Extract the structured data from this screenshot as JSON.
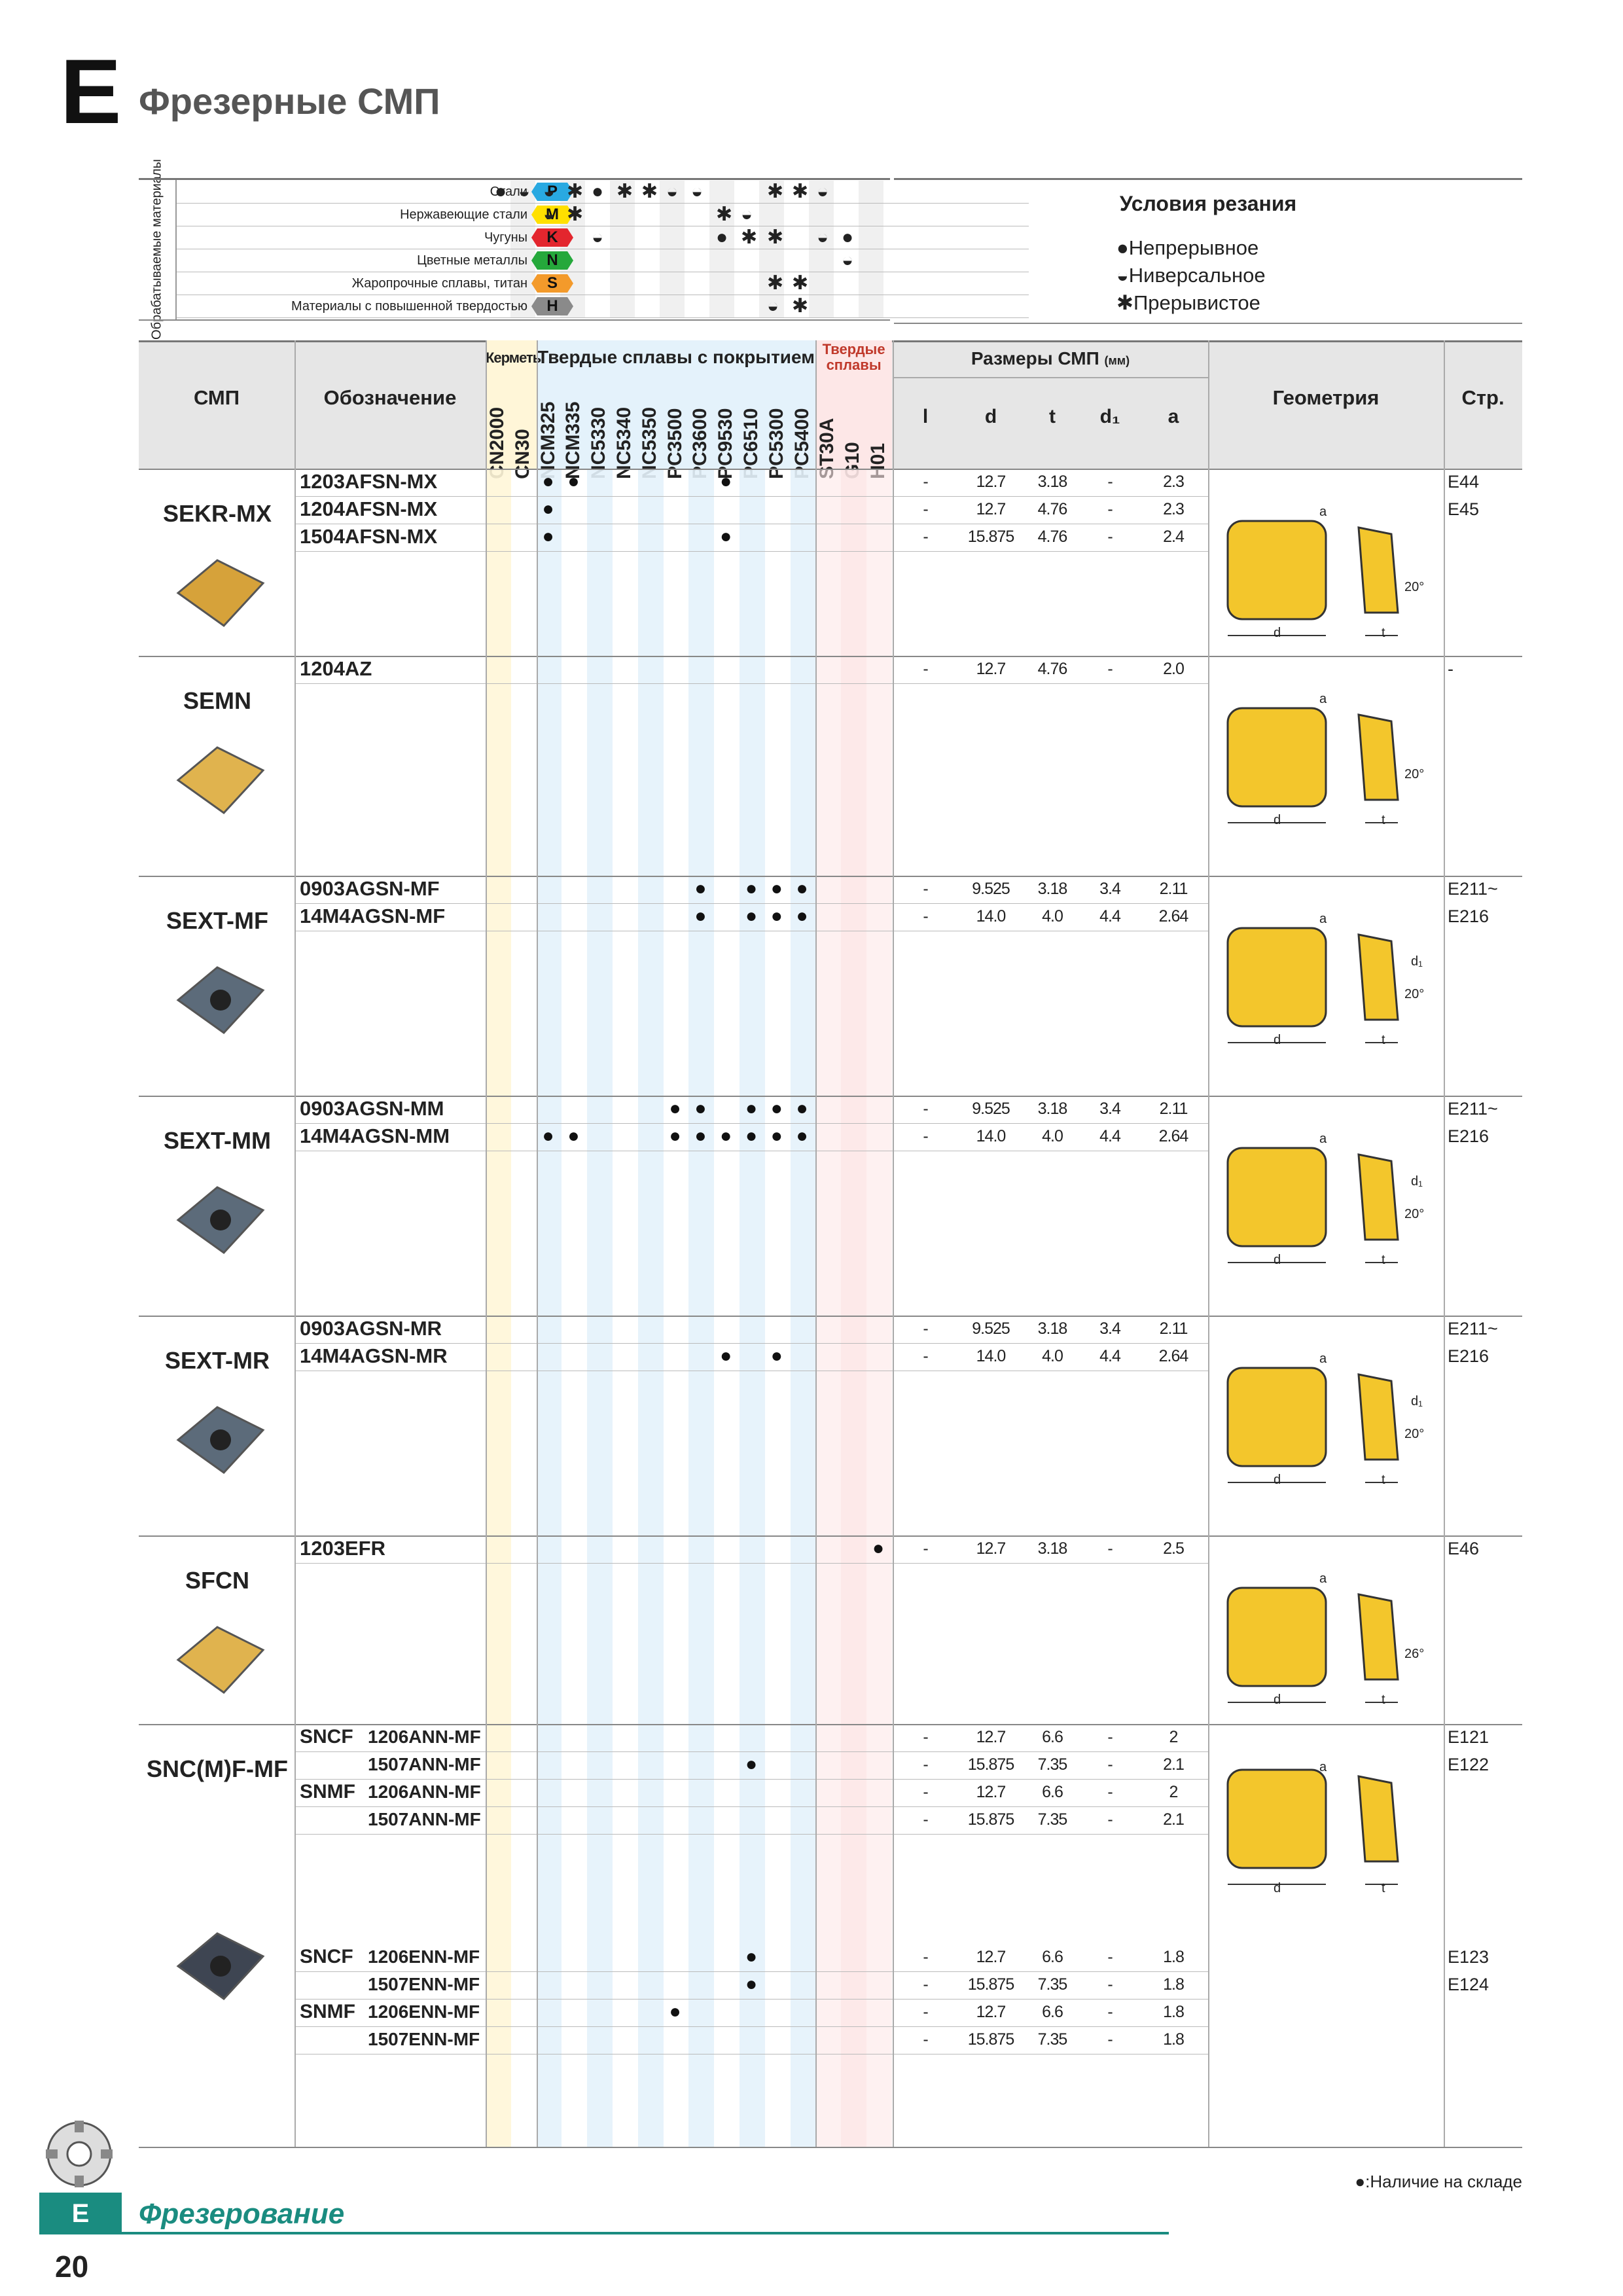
{
  "header": {
    "letter": "E",
    "title": "Фрезерные СМП"
  },
  "materials": {
    "group_label": "Обрабатываемые материалы",
    "rows": [
      {
        "label": "Стали",
        "code": "P",
        "color": "#29a9e1"
      },
      {
        "label": "Нержавеющие стали",
        "code": "M",
        "color": "#ffe000"
      },
      {
        "label": "Чугуны",
        "code": "K",
        "color": "#e3262e"
      },
      {
        "label": "Цветные металлы",
        "code": "N",
        "color": "#25a83b"
      },
      {
        "label": "Жаропрочные сплавы, титан",
        "code": "S",
        "color": "#f39a2b"
      },
      {
        "label": "Материалы с повышенной твердостью",
        "code": "H",
        "color": "#8a8a8a"
      }
    ]
  },
  "cutting_conditions": {
    "title": "Условия резания",
    "items": [
      {
        "symbol": "●",
        "label": "Непрерывное"
      },
      {
        "symbol": "◒",
        "label": "Ниверсальное"
      },
      {
        "symbol": "✱",
        "label": "Прерывистое"
      }
    ]
  },
  "table": {
    "col_insert": "СМП",
    "col_designation": "Обозначение",
    "group_cermets": "Керметы",
    "group_coated": "Твердые сплавы с покрытием",
    "group_carbide": "Твердые сплавы",
    "group_dims": "Размеры СМП",
    "dims_unit": "(мм)",
    "col_geometry": "Геометрия",
    "col_page": "Стр.",
    "grades": [
      "CN2000",
      "CN30",
      "NCM325",
      "NCM335",
      "NC5330",
      "NC5340",
      "NC5350",
      "PC3500",
      "PC3600",
      "PC9530",
      "PC6510",
      "PC5300",
      "PC5400",
      "ST30A",
      "G10",
      "H01"
    ],
    "dims_cols": [
      "l",
      "d",
      "t",
      "d₁",
      "a"
    ]
  },
  "families": [
    {
      "name": "SEKR-MX",
      "rows": [
        {
          "pre": "",
          "d": "1203AFSN-MX",
          "dots": [
            2,
            3,
            9
          ],
          "v": [
            "-",
            "12.7",
            "3.18",
            "-",
            "2.3"
          ],
          "pg": "E44"
        },
        {
          "pre": "",
          "d": "1204AFSN-MX",
          "dots": [
            2
          ],
          "v": [
            "-",
            "12.7",
            "4.76",
            "-",
            "2.3"
          ],
          "pg": "E45"
        },
        {
          "pre": "",
          "d": "1504AFSN-MX",
          "dots": [
            2,
            9
          ],
          "v": [
            "-",
            "15.875",
            "4.76",
            "-",
            "2.4"
          ],
          "pg": ""
        }
      ]
    },
    {
      "name": "SEMN",
      "rows": [
        {
          "pre": "",
          "d": "1204AZ",
          "dots": [],
          "v": [
            "-",
            "12.7",
            "4.76",
            "-",
            "2.0"
          ],
          "pg": "-"
        }
      ]
    },
    {
      "name": "SEXT-MF",
      "rows": [
        {
          "pre": "",
          "d": "0903AGSN-MF",
          "dots": [
            8,
            10,
            11,
            12
          ],
          "v": [
            "-",
            "9.525",
            "3.18",
            "3.4",
            "2.11"
          ],
          "pg": "E211~"
        },
        {
          "pre": "",
          "d": "14M4AGSN-MF",
          "dots": [
            8,
            10,
            11,
            12
          ],
          "v": [
            "-",
            "14.0",
            "4.0",
            "4.4",
            "2.64"
          ],
          "pg": "E216"
        }
      ]
    },
    {
      "name": "SEXT-MM",
      "rows": [
        {
          "pre": "",
          "d": "0903AGSN-MM",
          "dots": [
            7,
            8,
            10,
            11,
            12
          ],
          "v": [
            "-",
            "9.525",
            "3.18",
            "3.4",
            "2.11"
          ],
          "pg": "E211~"
        },
        {
          "pre": "",
          "d": "14M4AGSN-MM",
          "dots": [
            2,
            3,
            7,
            8,
            9,
            10,
            11,
            12
          ],
          "v": [
            "-",
            "14.0",
            "4.0",
            "4.4",
            "2.64"
          ],
          "pg": "E216"
        }
      ]
    },
    {
      "name": "SEXT-MR",
      "rows": [
        {
          "pre": "",
          "d": "0903AGSN-MR",
          "dots": [],
          "v": [
            "-",
            "9.525",
            "3.18",
            "3.4",
            "2.11"
          ],
          "pg": "E211~"
        },
        {
          "pre": "",
          "d": "14M4AGSN-MR",
          "dots": [
            9,
            11
          ],
          "v": [
            "-",
            "14.0",
            "4.0",
            "4.4",
            "2.64"
          ],
          "pg": "E216"
        }
      ]
    },
    {
      "name": "SFCN",
      "rows": [
        {
          "pre": "",
          "d": "1203EFR",
          "dots": [
            15
          ],
          "v": [
            "-",
            "12.7",
            "3.18",
            "-",
            "2.5"
          ],
          "pg": "E46"
        }
      ]
    },
    {
      "name": "SNC(M)F-MF",
      "rows": [
        {
          "pre": "SNCF",
          "d": "1206ANN-MF",
          "dots": [],
          "v": [
            "-",
            "12.7",
            "6.6",
            "-",
            "2"
          ],
          "pg": "E121"
        },
        {
          "pre": "",
          "d": "1507ANN-MF",
          "dots": [
            10
          ],
          "v": [
            "-",
            "15.875",
            "7.35",
            "-",
            "2.1"
          ],
          "pg": "E122"
        },
        {
          "pre": "SNMF",
          "d": "1206ANN-MF",
          "dots": [],
          "v": [
            "-",
            "12.7",
            "6.6",
            "-",
            "2"
          ],
          "pg": ""
        },
        {
          "pre": "",
          "d": "1507ANN-MF",
          "dots": [],
          "v": [
            "-",
            "15.875",
            "7.35",
            "-",
            "2.1"
          ],
          "pg": ""
        },
        {
          "pre": "SNCF",
          "d": "1206ENN-MF",
          "dots": [
            10
          ],
          "v": [
            "-",
            "12.7",
            "6.6",
            "-",
            "1.8"
          ],
          "pg": "E123"
        },
        {
          "pre": "",
          "d": "1507ENN-MF",
          "dots": [
            10
          ],
          "v": [
            "-",
            "15.875",
            "7.35",
            "-",
            "1.8"
          ],
          "pg": "E124"
        },
        {
          "pre": "SNMF",
          "d": "1206ENN-MF",
          "dots": [
            7
          ],
          "v": [
            "-",
            "12.7",
            "6.6",
            "-",
            "1.8"
          ],
          "pg": ""
        },
        {
          "pre": "",
          "d": "1507ENN-MF",
          "dots": [],
          "v": [
            "-",
            "15.875",
            "7.35",
            "-",
            "1.8"
          ],
          "pg": ""
        }
      ]
    }
  ],
  "geometry_labels": {
    "a": "a",
    "d": "d",
    "t": "t",
    "d1": "d₁",
    "angle20": "20°",
    "angle26": "26°"
  },
  "footnote": "●:Наличие на складе",
  "footer": {
    "section": "E",
    "title": "Фрезерование",
    "page": "20"
  }
}
